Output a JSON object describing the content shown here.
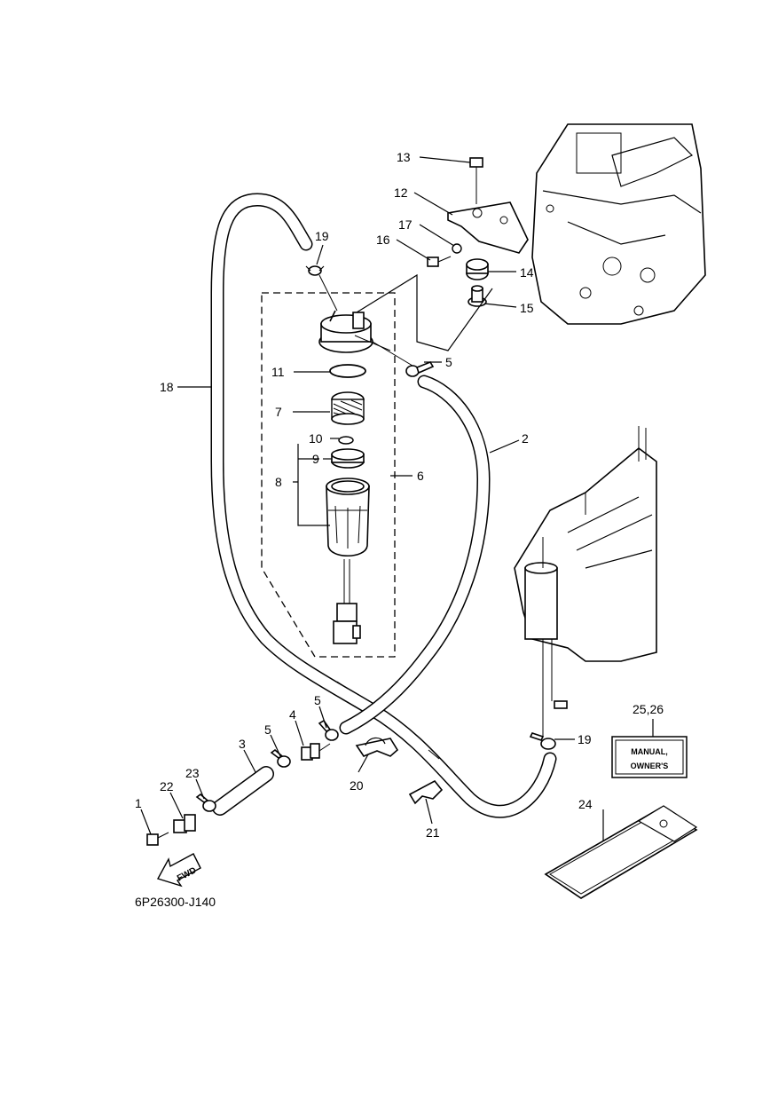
{
  "diagram": {
    "drawing_code": "6P26300-J140",
    "fwd_label": "FWD",
    "manual_label_line1": "MANUAL,",
    "manual_label_line2": "OWNER'S",
    "callouts": {
      "c1": "1",
      "c2": "2",
      "c3": "3",
      "c4": "4",
      "c5a": "5",
      "c5b": "5",
      "c5c": "5",
      "c6": "6",
      "c7": "7",
      "c8": "8",
      "c9": "9",
      "c10": "10",
      "c11": "11",
      "c12": "12",
      "c13": "13",
      "c14": "14",
      "c15": "15",
      "c16": "16",
      "c17": "17",
      "c18": "18",
      "c19a": "19",
      "c19b": "19",
      "c20": "20",
      "c21": "21",
      "c22": "22",
      "c23": "23",
      "c24": "24",
      "c2526": "25,26"
    }
  }
}
